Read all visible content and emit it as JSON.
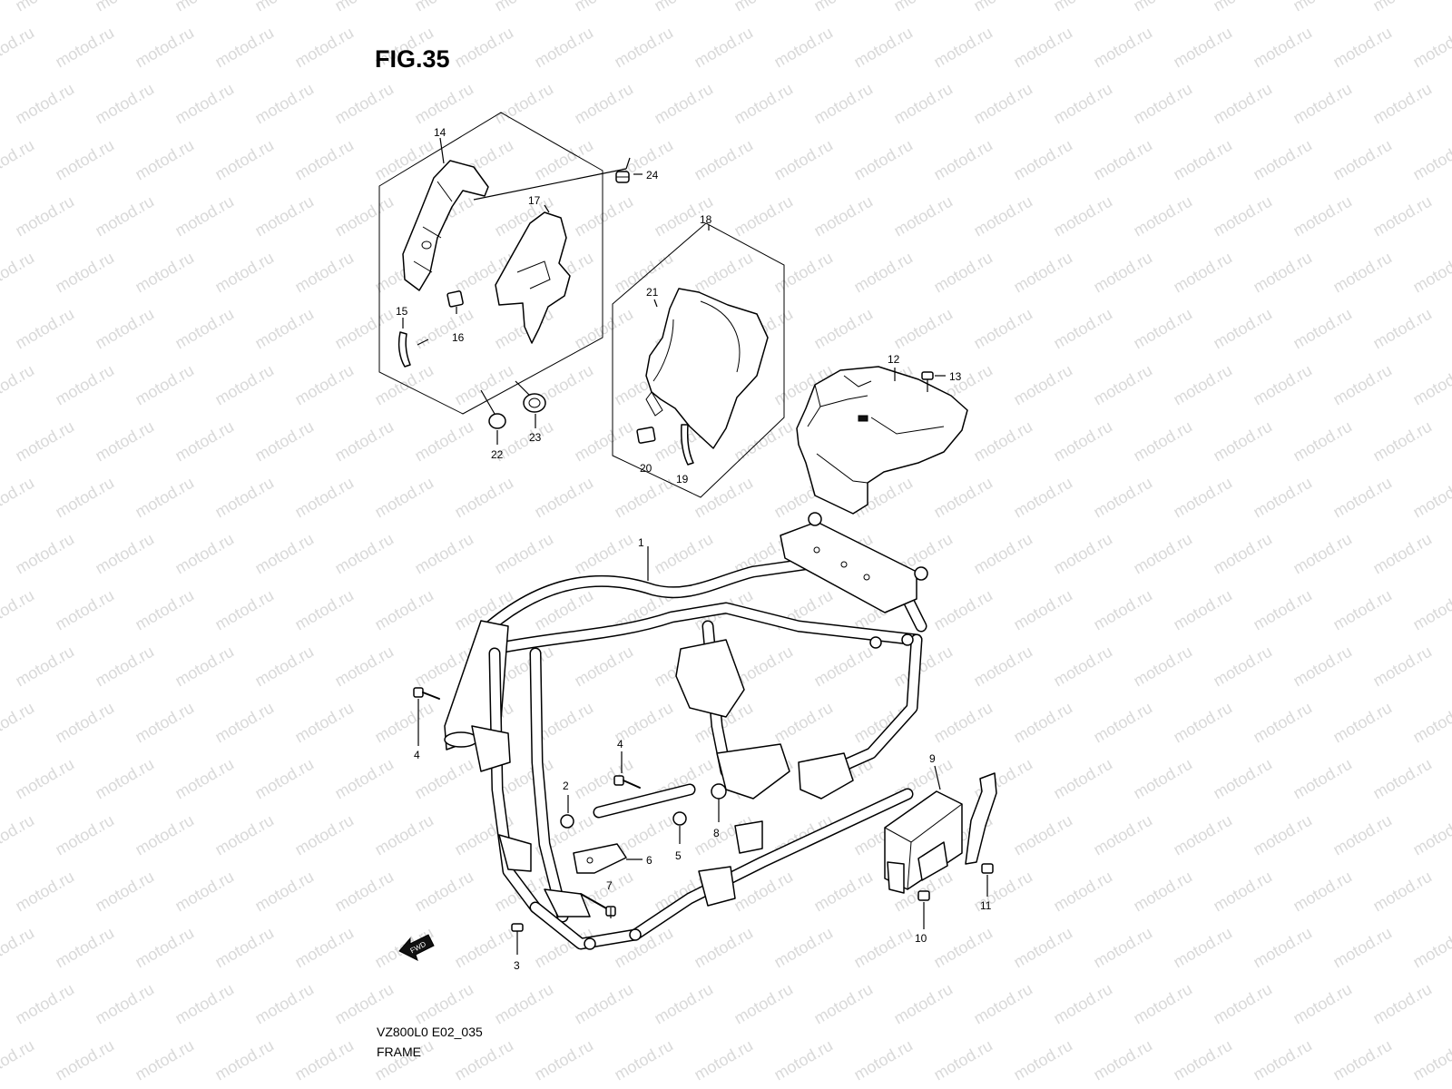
{
  "figure": {
    "title": "FIG.35",
    "code": "VZ800L0 E02_035",
    "name": "FRAME"
  },
  "watermark": "motod.ru",
  "fwd_badge": "FWD",
  "callouts": {
    "c1": "1",
    "c2": "2",
    "c3": "3",
    "c4a": "4",
    "c4b": "4",
    "c5": "5",
    "c6": "6",
    "c7": "7",
    "c8": "8",
    "c9": "9",
    "c10": "10",
    "c11": "11",
    "c12": "12",
    "c13": "13",
    "c14": "14",
    "c15": "15",
    "c16": "16",
    "c17": "17",
    "c18": "18",
    "c19": "19",
    "c20": "20",
    "c21": "21",
    "c22": "22",
    "c23": "23",
    "c24": "24"
  }
}
